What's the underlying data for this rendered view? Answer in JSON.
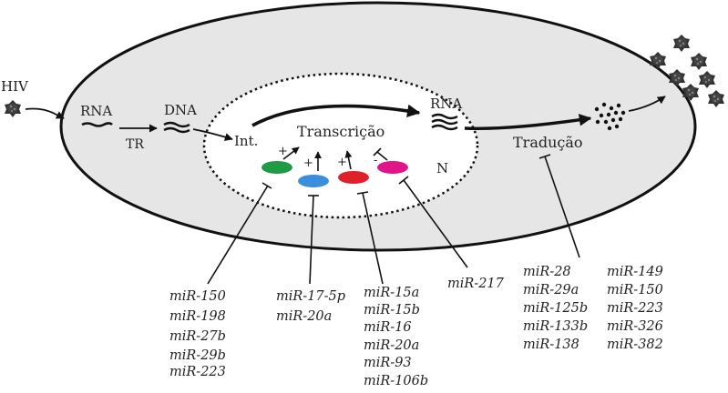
{
  "colors": {
    "cell_fill": "#e6e6e6",
    "stroke": "#111111",
    "oval_green": "#1f9a45",
    "oval_blue": "#3a8fdc",
    "oval_red": "#e0202a",
    "oval_magenta": "#e0158a"
  },
  "labels": {
    "hiv": "HIV",
    "rna_cytoplasm": "RNA",
    "tr": "TR",
    "dna": "DNA",
    "int": "Int.",
    "transcricao": "Transcrição",
    "rna_nucleus": "RNA",
    "nucleus": "N",
    "traducao": "Tradução",
    "sign_green": "+",
    "sign_blue": "+",
    "sign_red": "+",
    "sign_magenta": "-"
  },
  "mirna_groups": [
    {
      "name": "green-factor",
      "items": [
        "miR-150",
        "miR-198",
        "miR-27b",
        "miR-29b",
        "miR-223"
      ]
    },
    {
      "name": "blue-factor",
      "items": [
        "miR-17-5p",
        "miR-20a"
      ]
    },
    {
      "name": "red-factor",
      "items": [
        "miR-15a",
        "miR-15b",
        "miR-16",
        "miR-20a",
        "miR-93",
        "miR-106b"
      ]
    },
    {
      "name": "magenta-factor",
      "items": [
        "miR-217"
      ]
    },
    {
      "name": "translation-a",
      "items": [
        "miR-28",
        "miR-29a",
        "miR-125b",
        "miR-133b",
        "miR-138"
      ]
    },
    {
      "name": "translation-b",
      "items": [
        "miR-149",
        "miR-150",
        "miR-223",
        "miR-326",
        "miR-382"
      ]
    }
  ]
}
